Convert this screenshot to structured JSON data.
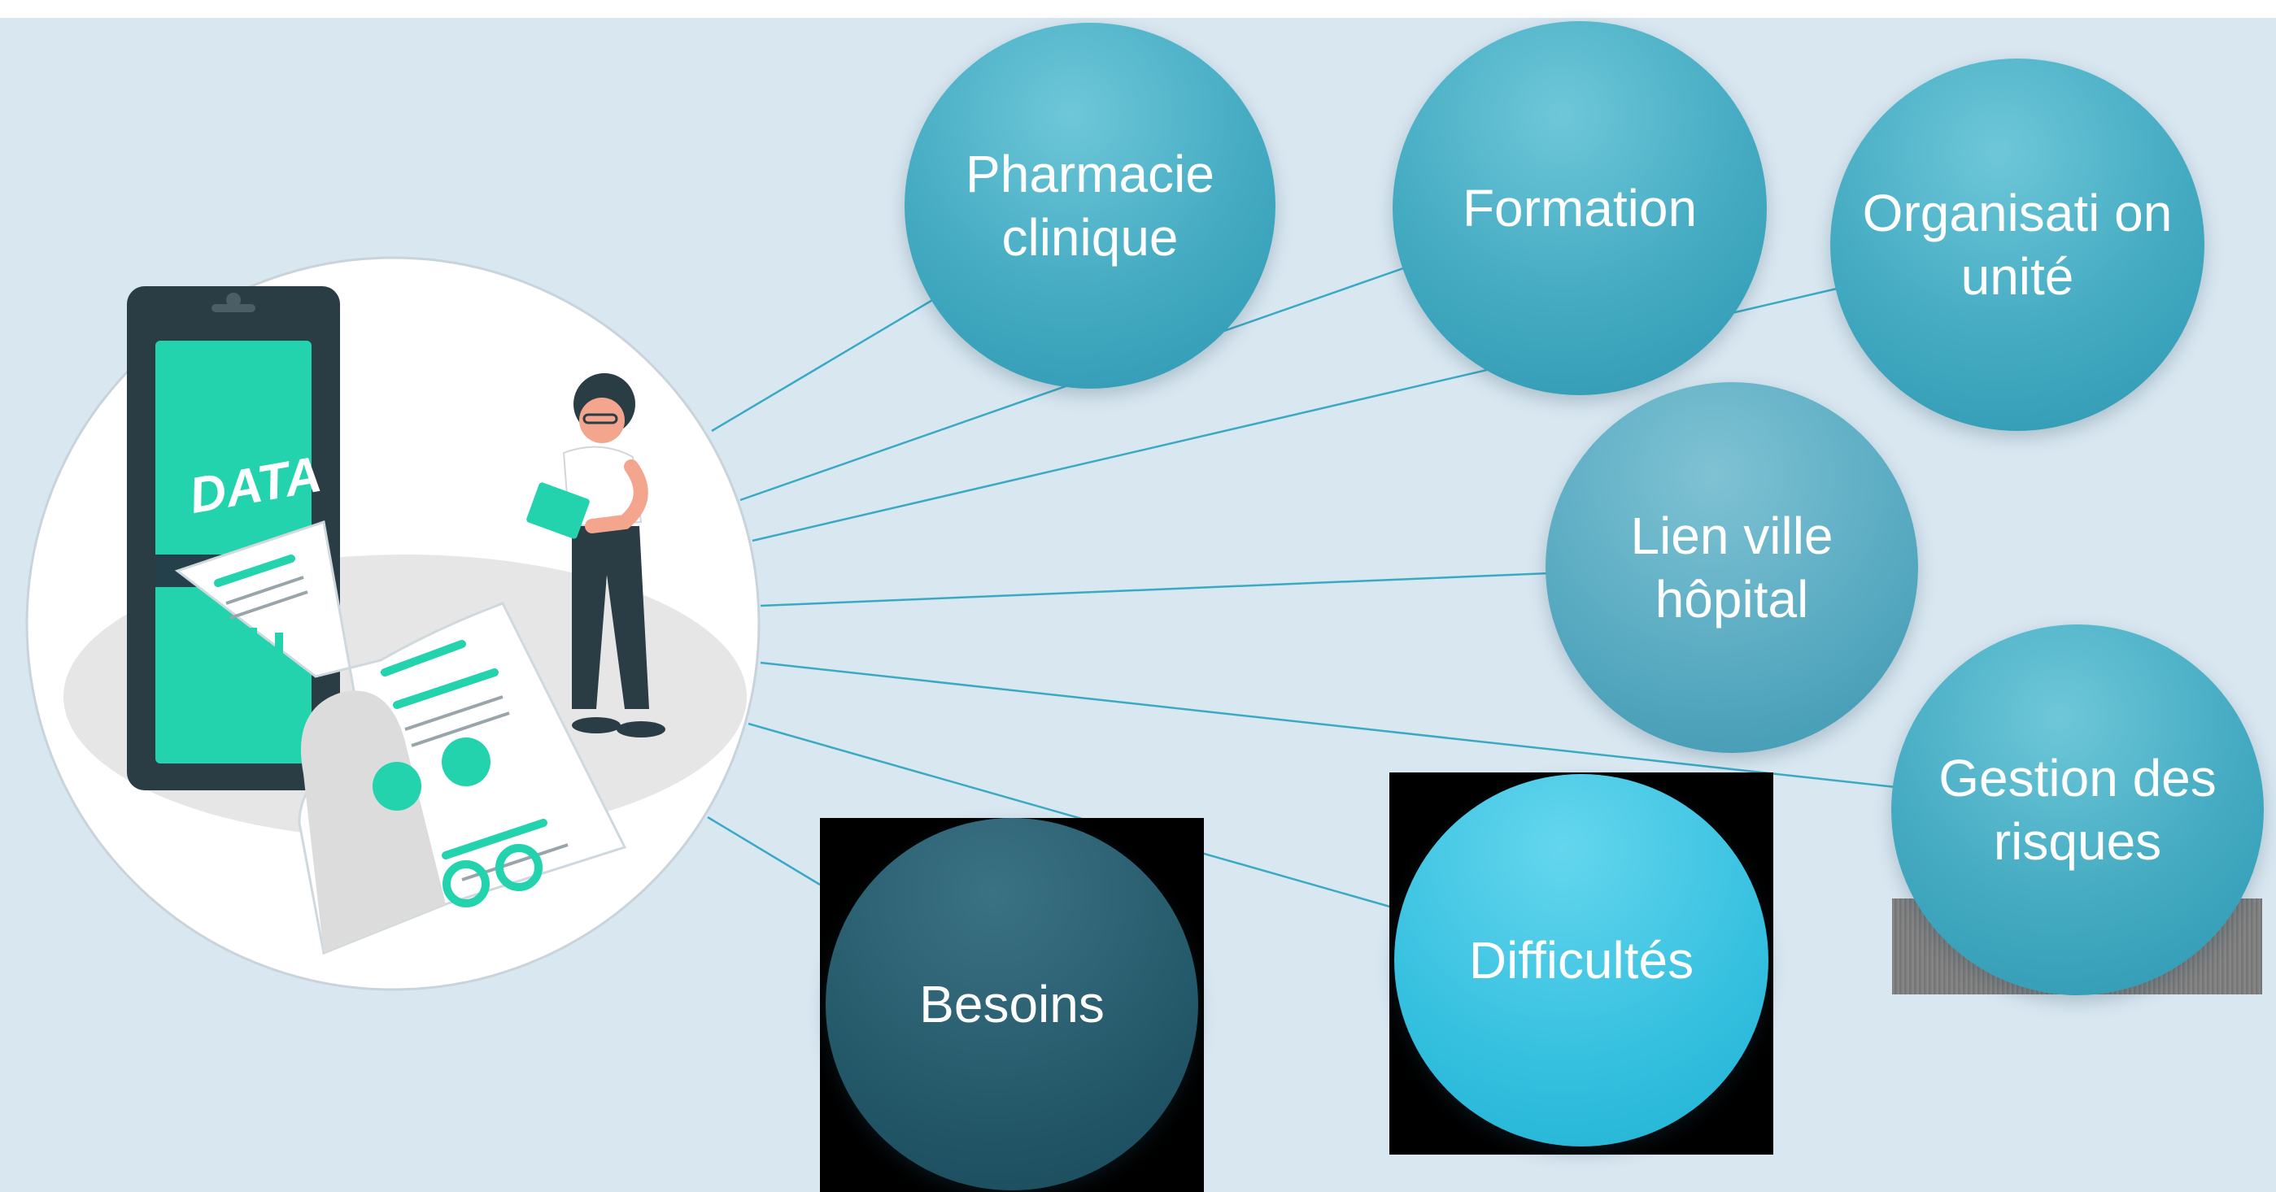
{
  "colors": {
    "background": "#d9e7f1",
    "connector": "#3aaac4",
    "bubble_teal": "#43aac1",
    "bubble_dark": "#24596a",
    "bubble_bright": "#35c0df",
    "illustration_accent": "#22d3ae"
  },
  "illustration": {
    "screen_label": "DATA",
    "icons": [
      "phone-icon",
      "woman-with-clipboard-icon",
      "report-document-icon",
      "pie-chart-icon",
      "bar-chart-icon"
    ]
  },
  "nodes": [
    {
      "id": "pharmacie",
      "label": "Pharmacie clinique"
    },
    {
      "id": "formation",
      "label": "Formation"
    },
    {
      "id": "organisation",
      "label": "Organisati on unité"
    },
    {
      "id": "lien",
      "label": "Lien ville hôpital"
    },
    {
      "id": "gestion",
      "label": "Gestion des risques"
    },
    {
      "id": "difficultes",
      "label": "Difficultés"
    },
    {
      "id": "besoins",
      "label": "Besoins"
    }
  ]
}
